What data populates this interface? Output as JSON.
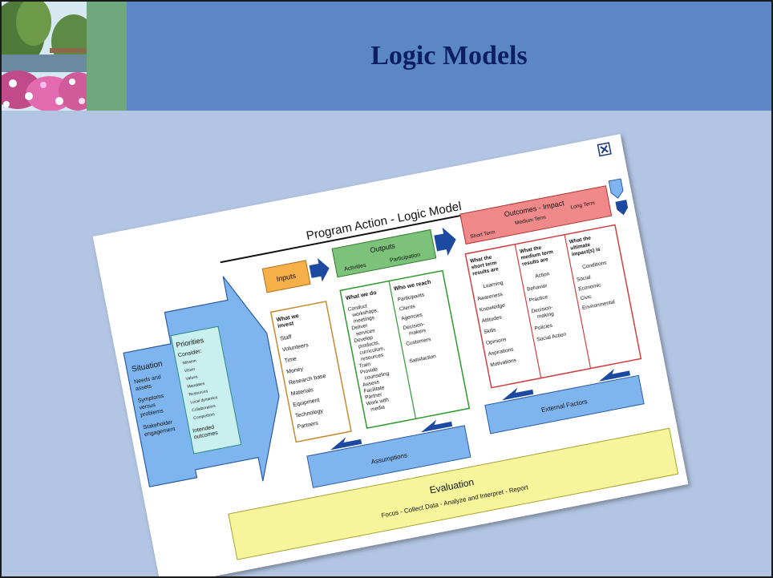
{
  "slide": {
    "title": "Logic Models"
  },
  "diagram": {
    "heading": "Program Action - Logic Model",
    "situation": {
      "title": "Situation",
      "items": [
        "Needs and",
        "assets",
        "Symptoms",
        "versus",
        "problems",
        "Stakeholder",
        "engagement"
      ]
    },
    "priorities": {
      "title": "Priorities",
      "consider": "Consider:",
      "items": [
        "Mission",
        "Vision",
        "Values",
        "Mandates",
        "Resources",
        "Local dynamics",
        "Collaborators",
        "Competitors"
      ],
      "intended": [
        "Intended",
        "outcomes"
      ]
    },
    "inputs": {
      "label": "Inputs",
      "heading": [
        "What we",
        "invest"
      ],
      "items": [
        "Staff",
        "Volunteers",
        "Time",
        "Money",
        "Research base",
        "Materials",
        "Equipment",
        "Technology",
        "Partners"
      ]
    },
    "outputs": {
      "label": "Outputs",
      "sub_activities": "Activities",
      "sub_participation": "Participation",
      "what_we_do": {
        "heading": "What we do",
        "items": [
          "Conduct",
          "workshops,",
          "meetings",
          "Deliver",
          "services",
          "Develop",
          "products,",
          "curriculum,",
          "resources",
          "Train",
          "Provide",
          "counseling",
          "Assess",
          "Facilitate",
          "Partner",
          "Work with",
          "media"
        ]
      },
      "who_we_reach": {
        "heading": "Who we reach",
        "items": [
          "Participants",
          "Clients",
          "Agencies",
          "Decision-",
          "makers",
          "Customers",
          "",
          "Satisfaction"
        ]
      }
    },
    "outcomes": {
      "label": "Outcomes - Impact",
      "short_term": "Short Term",
      "medium_term": "Medium Term",
      "long_term": "Long Term",
      "short": {
        "heading": [
          "What the",
          "short term",
          "results are"
        ],
        "items": [
          "Learning",
          "Awareness",
          "Knowledge",
          "Attitudes",
          "Skills",
          "Opinions",
          "Aspirations",
          "Motivations"
        ]
      },
      "medium": {
        "heading": [
          "What the",
          "medium term",
          "results are"
        ],
        "items": [
          "Action",
          "Behavior",
          "Practice",
          "Decision-",
          "making",
          "Policies",
          "Social Action"
        ]
      },
      "long": {
        "heading": [
          "What the",
          "ultimate",
          "impact(s) is"
        ],
        "items": [
          "Conditions",
          "Social",
          "Economic",
          "Civic",
          "Environmental"
        ]
      }
    },
    "assumptions": "Assumptions",
    "external_factors": "External Factors",
    "evaluation": {
      "title": "Evaluation",
      "subtitle": "Focus - Collect Data - Analyze and Interpret - Report"
    }
  },
  "colors": {
    "header": "#5b87c6",
    "background": "#b2c5e3",
    "title": "#0c1f63",
    "inputs": "#f5b04a",
    "outputs": "#7dc27a",
    "outcomes": "#f08a8a",
    "situation": "#7fb5ef",
    "priorities": "#c9f0ee",
    "assumptions": "#7fb5ef",
    "evaluation": "#f7f59b"
  }
}
